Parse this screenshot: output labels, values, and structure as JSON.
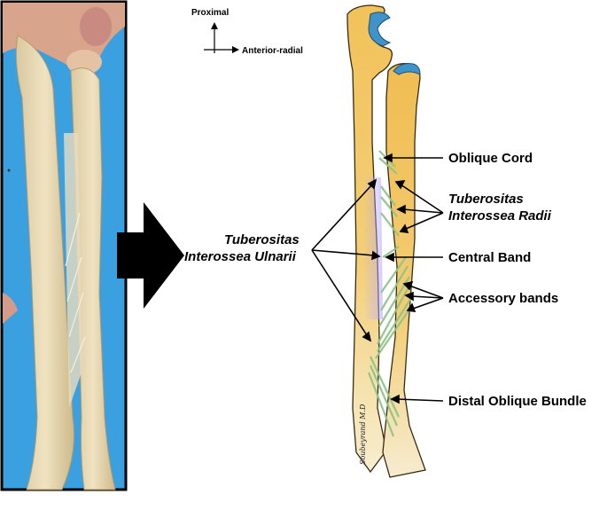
{
  "orientation": {
    "vertical_label": "Proximal",
    "horizontal_label": "Anterior-radial"
  },
  "labels": {
    "oblique_cord": "Oblique Cord",
    "tub_radii_line1": "Tuberositas",
    "tub_radii_line2": "Interossea Radii",
    "tub_ulnarii_line1": "Tuberositas",
    "tub_ulnarii_line2": "Interossea Ulnarii",
    "central_band": "Central Band",
    "accessory_bands": "Accessory bands",
    "distal_oblique_bundle": "Distal Oblique Bundle"
  },
  "signature": "Soubeyrand M.D",
  "colors": {
    "bone_proximal": "#f2c25a",
    "bone_distal": "#f7eed0",
    "bone_outline": "#3a2a10",
    "cartilage": "#3f93c9",
    "ligament": "#a9d6a2",
    "photo_background": "#3aa0e0",
    "arrow": "#000000"
  }
}
